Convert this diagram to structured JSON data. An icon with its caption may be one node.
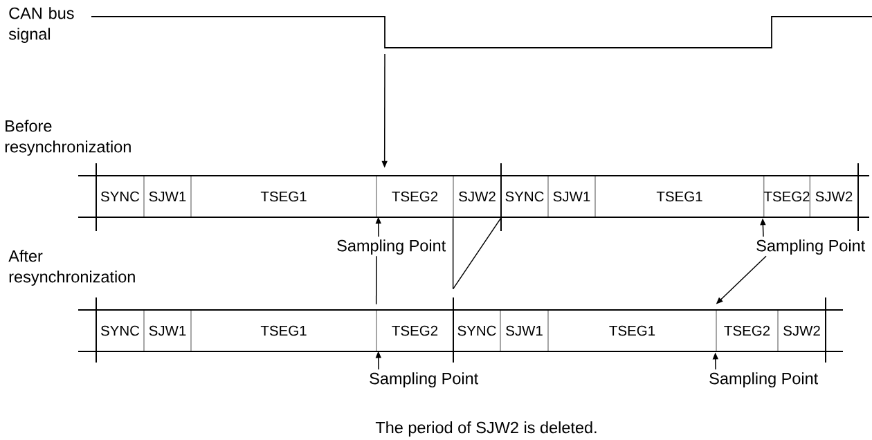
{
  "diagram": {
    "caption": "The period of SJW2 is deleted.",
    "nodes": [
      {
        "text": [
          "SYNC"
        ]
      },
      {
        "text": [
          "SJW1"
        ]
      },
      {
        "text": [
          "TSEG1"
        ]
      },
      {
        "text": [
          "TSEG2"
        ]
      },
      {
        "text": [
          "SJW2"
        ]
      },
      {
        "text": [
          "SYNC"
        ]
      },
      {
        "text": [
          "SJW1"
        ]
      },
      {
        "text": [
          "TSEG1"
        ]
      },
      {
        "text": [
          "TSEG2"
        ]
      },
      {
        "text": [
          "SJW2"
        ]
      },
      {
        "text": [
          "Sampling Point"
        ]
      },
      {
        "text": [
          "Sampling Point"
        ]
      },
      {
        "text": [
          "SYNC"
        ]
      },
      {
        "text": [
          "SJW1"
        ]
      },
      {
        "text": [
          "TSEG1"
        ]
      },
      {
        "text": [
          "TSEG2"
        ]
      },
      {
        "text": [
          "SYNC"
        ]
      },
      {
        "text": [
          "SJW1"
        ]
      },
      {
        "text": [
          "TSEG1"
        ]
      },
      {
        "text": [
          "TSEG2"
        ]
      },
      {
        "text": [
          "SJW2"
        ]
      },
      {
        "text": [
          "Sampling Point"
        ]
      },
      {
        "text": [
          "Sampling Point"
        ]
      }
    ],
    "edges": [
      {
        "from": null,
        "to": 3,
        "arrow": "to"
      },
      {
        "from": 10,
        "to": 3,
        "arrow": "to"
      },
      {
        "from": 11,
        "to": 8,
        "arrow": "to"
      },
      {
        "from": 21,
        "to": 15,
        "arrow": "to"
      },
      {
        "from": 22,
        "to": 19,
        "arrow": "to"
      },
      {
        "from": 10,
        "to": 15,
        "arrow": "none"
      },
      {
        "from": 4,
        "to": 16,
        "arrow": "none"
      },
      {
        "from": 5,
        "to": 16,
        "arrow": "none"
      },
      {
        "from": 11,
        "to": 19,
        "arrow": "to"
      }
    ],
    "labels": [
      "CAN bus signal",
      "Before resynchronization",
      "After resynchronization"
    ]
  }
}
